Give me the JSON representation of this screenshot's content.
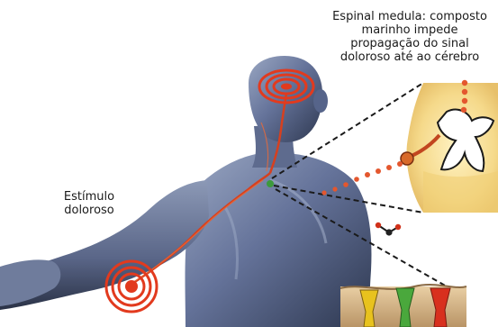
{
  "labels": {
    "spinal_cord": {
      "lines": [
        "Espinal medula: composto",
        "marinho impede",
        "propagação do sinal",
        "doloroso até ao cérebro"
      ]
    },
    "stimulus": {
      "lines": [
        "Estímulo",
        "doloroso"
      ]
    }
  },
  "colors": {
    "background": "#ffffff",
    "body_skin": "#6a7896",
    "pain_rings": "#e23a1e",
    "signal_dots": "#e4572e",
    "nerve_path": "#d6401f",
    "spinal_inset": "#f2d98a",
    "leader_lines": "#1a1a1a"
  },
  "icons": {
    "head_target": "concentric-rings-icon",
    "hand_target": "concentric-rings-icon"
  }
}
